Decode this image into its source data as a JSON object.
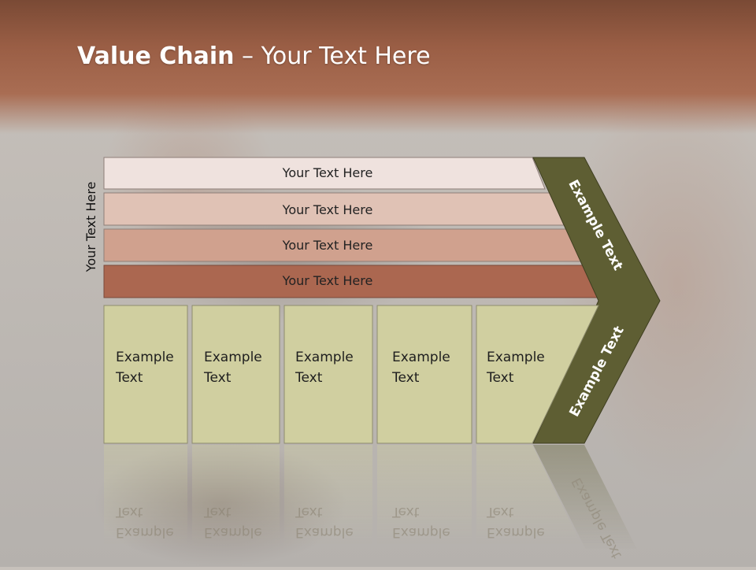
{
  "title": {
    "strong": "Value Chain",
    "rest": " – Your Text Here"
  },
  "side_label": "Your Text Here",
  "bands": [
    {
      "label": "Your Text Here",
      "color": "#efe2de"
    },
    {
      "label": "Your Text Here",
      "color": "#e0c2b5"
    },
    {
      "label": "Your Text Here",
      "color": "#d0a18e"
    },
    {
      "label": "Your Text Here",
      "color": "#ab6750"
    }
  ],
  "cells": [
    {
      "line1": "Example",
      "line2": "Text"
    },
    {
      "line1": "Example",
      "line2": "Text"
    },
    {
      "line1": "Example",
      "line2": "Text"
    },
    {
      "line1": "Example",
      "line2": "Text"
    },
    {
      "line1": "Example",
      "line2": "Text"
    }
  ],
  "chevron": {
    "upper_label": "Example Text",
    "lower_label": "Example Text",
    "color": "#5e5e33"
  },
  "colors": {
    "cell_fill": "#d0cfa0",
    "title_band": "#a96d53"
  }
}
